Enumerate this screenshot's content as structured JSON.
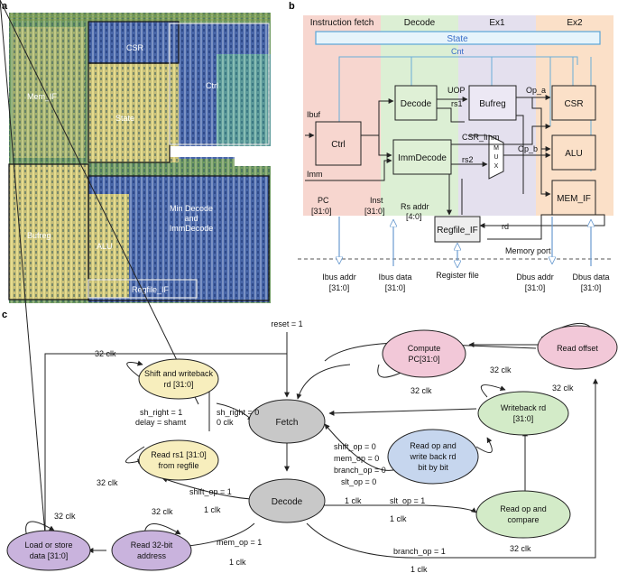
{
  "panels": {
    "a": "a",
    "b": "b",
    "c": "c"
  },
  "layout_labels": {
    "csr": "CSR",
    "mem_if": "Mem_IF",
    "ctrl": "Ctrl",
    "state": "State",
    "bufreg": "Bufreg",
    "alu": "ALU",
    "min_decode_1": "Min Decode",
    "min_decode_2": "and",
    "min_decode_3": "ImmDecode",
    "regfile_if": "Regfile_IF"
  },
  "block": {
    "stages": [
      "Instruction fetch",
      "Decode",
      "Ex1",
      "Ex2"
    ],
    "state": "State",
    "cnt": "Cnt",
    "decode": "Decode",
    "bufreg": "Bufreg",
    "csr": "CSR",
    "ctrl": "Ctrl",
    "immdecode": "ImmDecode",
    "alu": "ALU",
    "mem_if": "MEM_IF",
    "regfile_if": "Regfile_IF",
    "mux": [
      "M",
      "U",
      "X"
    ],
    "uop": "UOP",
    "rs1": "rs1",
    "op_a": "Op_a",
    "ibuf": "Ibuf",
    "csr_imm": "CSR_Imm",
    "op_b": "Op_b",
    "rs2": "rs2",
    "imm": "Imm",
    "pc": [
      "PC",
      "[31:0]"
    ],
    "inst": [
      "Inst",
      "[31:0]"
    ],
    "rs_addr": [
      "Rs addr",
      "[4:0]"
    ],
    "rd": "rd",
    "memory_port": "Memory port",
    "ibus_addr": [
      "Ibus addr",
      "[31:0]"
    ],
    "ibus_data": [
      "Ibus data",
      "[31:0]"
    ],
    "register_file": "Register file",
    "dbus_addr": [
      "Dbus addr",
      "[31:0]"
    ],
    "dbus_data": [
      "Dbus data",
      "[31:0]"
    ]
  },
  "states": {
    "reset": "reset = 1",
    "fetch": "Fetch",
    "decode": "Decode",
    "shift_wb": [
      "Shift and writeback",
      "rd [31:0]"
    ],
    "read_rs1": [
      "Read rs1 [31:0]",
      "from regfile"
    ],
    "load_store": [
      "Load or store",
      "data [31:0]"
    ],
    "read_addr": [
      "Read 32-bit",
      "address"
    ],
    "compute_pc": [
      "Compute",
      "PC[31:0]"
    ],
    "read_offset": "Read offset",
    "writeback_rd": [
      "Writeback rd",
      "[31:0]"
    ],
    "read_op_wb": [
      "Read op and",
      "write back rd",
      "bit by bit"
    ],
    "read_op_cmp": [
      "Read op and",
      "compare"
    ]
  },
  "transitions": {
    "clk32": "32 clk",
    "clk1": "1 clk",
    "clk0": "0 clk",
    "sh_right_1": "sh_right = 1",
    "delay_shamt": "delay = shamt",
    "sh_right_0": "sh_right = 0",
    "shift_op_1": "shift_op = 1",
    "mem_op_1": "mem_op = 1",
    "shift_op_0": "shift_op = 0",
    "mem_op_0": "mem_op = 0",
    "branch_op_0": "branch_op = 0",
    "slt_op_0": "slt_op = 0",
    "slt_op_1": "slt_op = 1",
    "branch_op_1": "branch_op = 1"
  },
  "colors": {
    "stage_fetch": "#f7d6cf",
    "stage_decode": "#dcefd4",
    "stage_ex1": "#e4e0ee",
    "stage_ex2": "#fbe0c8",
    "fetch_state": "#c8c8c8",
    "yellow_state": "#f7eebd",
    "purple_state": "#c9b3dd",
    "pink_state": "#f2c8d8",
    "green_state": "#d3ebc8",
    "blue_state": "#c6d6ee",
    "accent_blue": "#3a6ec8"
  }
}
